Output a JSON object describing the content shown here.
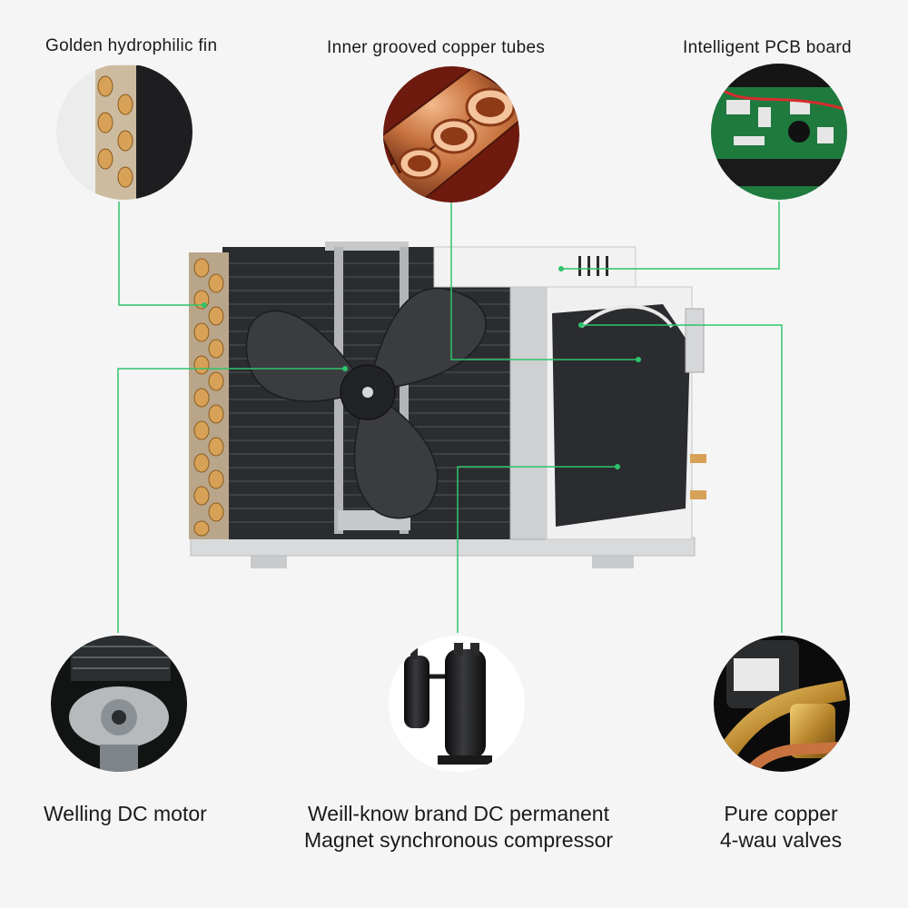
{
  "labels": {
    "fin": "Golden hydrophilic fin",
    "tubes": "Inner grooved copper tubes",
    "pcb": "Intelligent PCB board",
    "motor": "Welling DC motor",
    "compressor_line1": "Weill-know brand DC permanent",
    "compressor_line2": "Magnet synchronous compressor",
    "valves_line1": "Pure copper",
    "valves_line2": "4-wau valves"
  },
  "colors": {
    "leader": "#2ec46b",
    "background": "#f5f5f6",
    "copper": "#c8733f",
    "fin_gold": "#d7a257",
    "pcb_green": "#1f7a3e",
    "unit_frame": "#d6d7d9",
    "coil_dark": "#2a2c2f"
  },
  "icons": {
    "fin": "copper-fin-coil-icon",
    "tubes": "copper-tubes-icon",
    "pcb": "pcb-board-icon",
    "motor": "dc-motor-icon",
    "compressor": "rotary-compressor-icon",
    "valves": "copper-valve-icon"
  }
}
